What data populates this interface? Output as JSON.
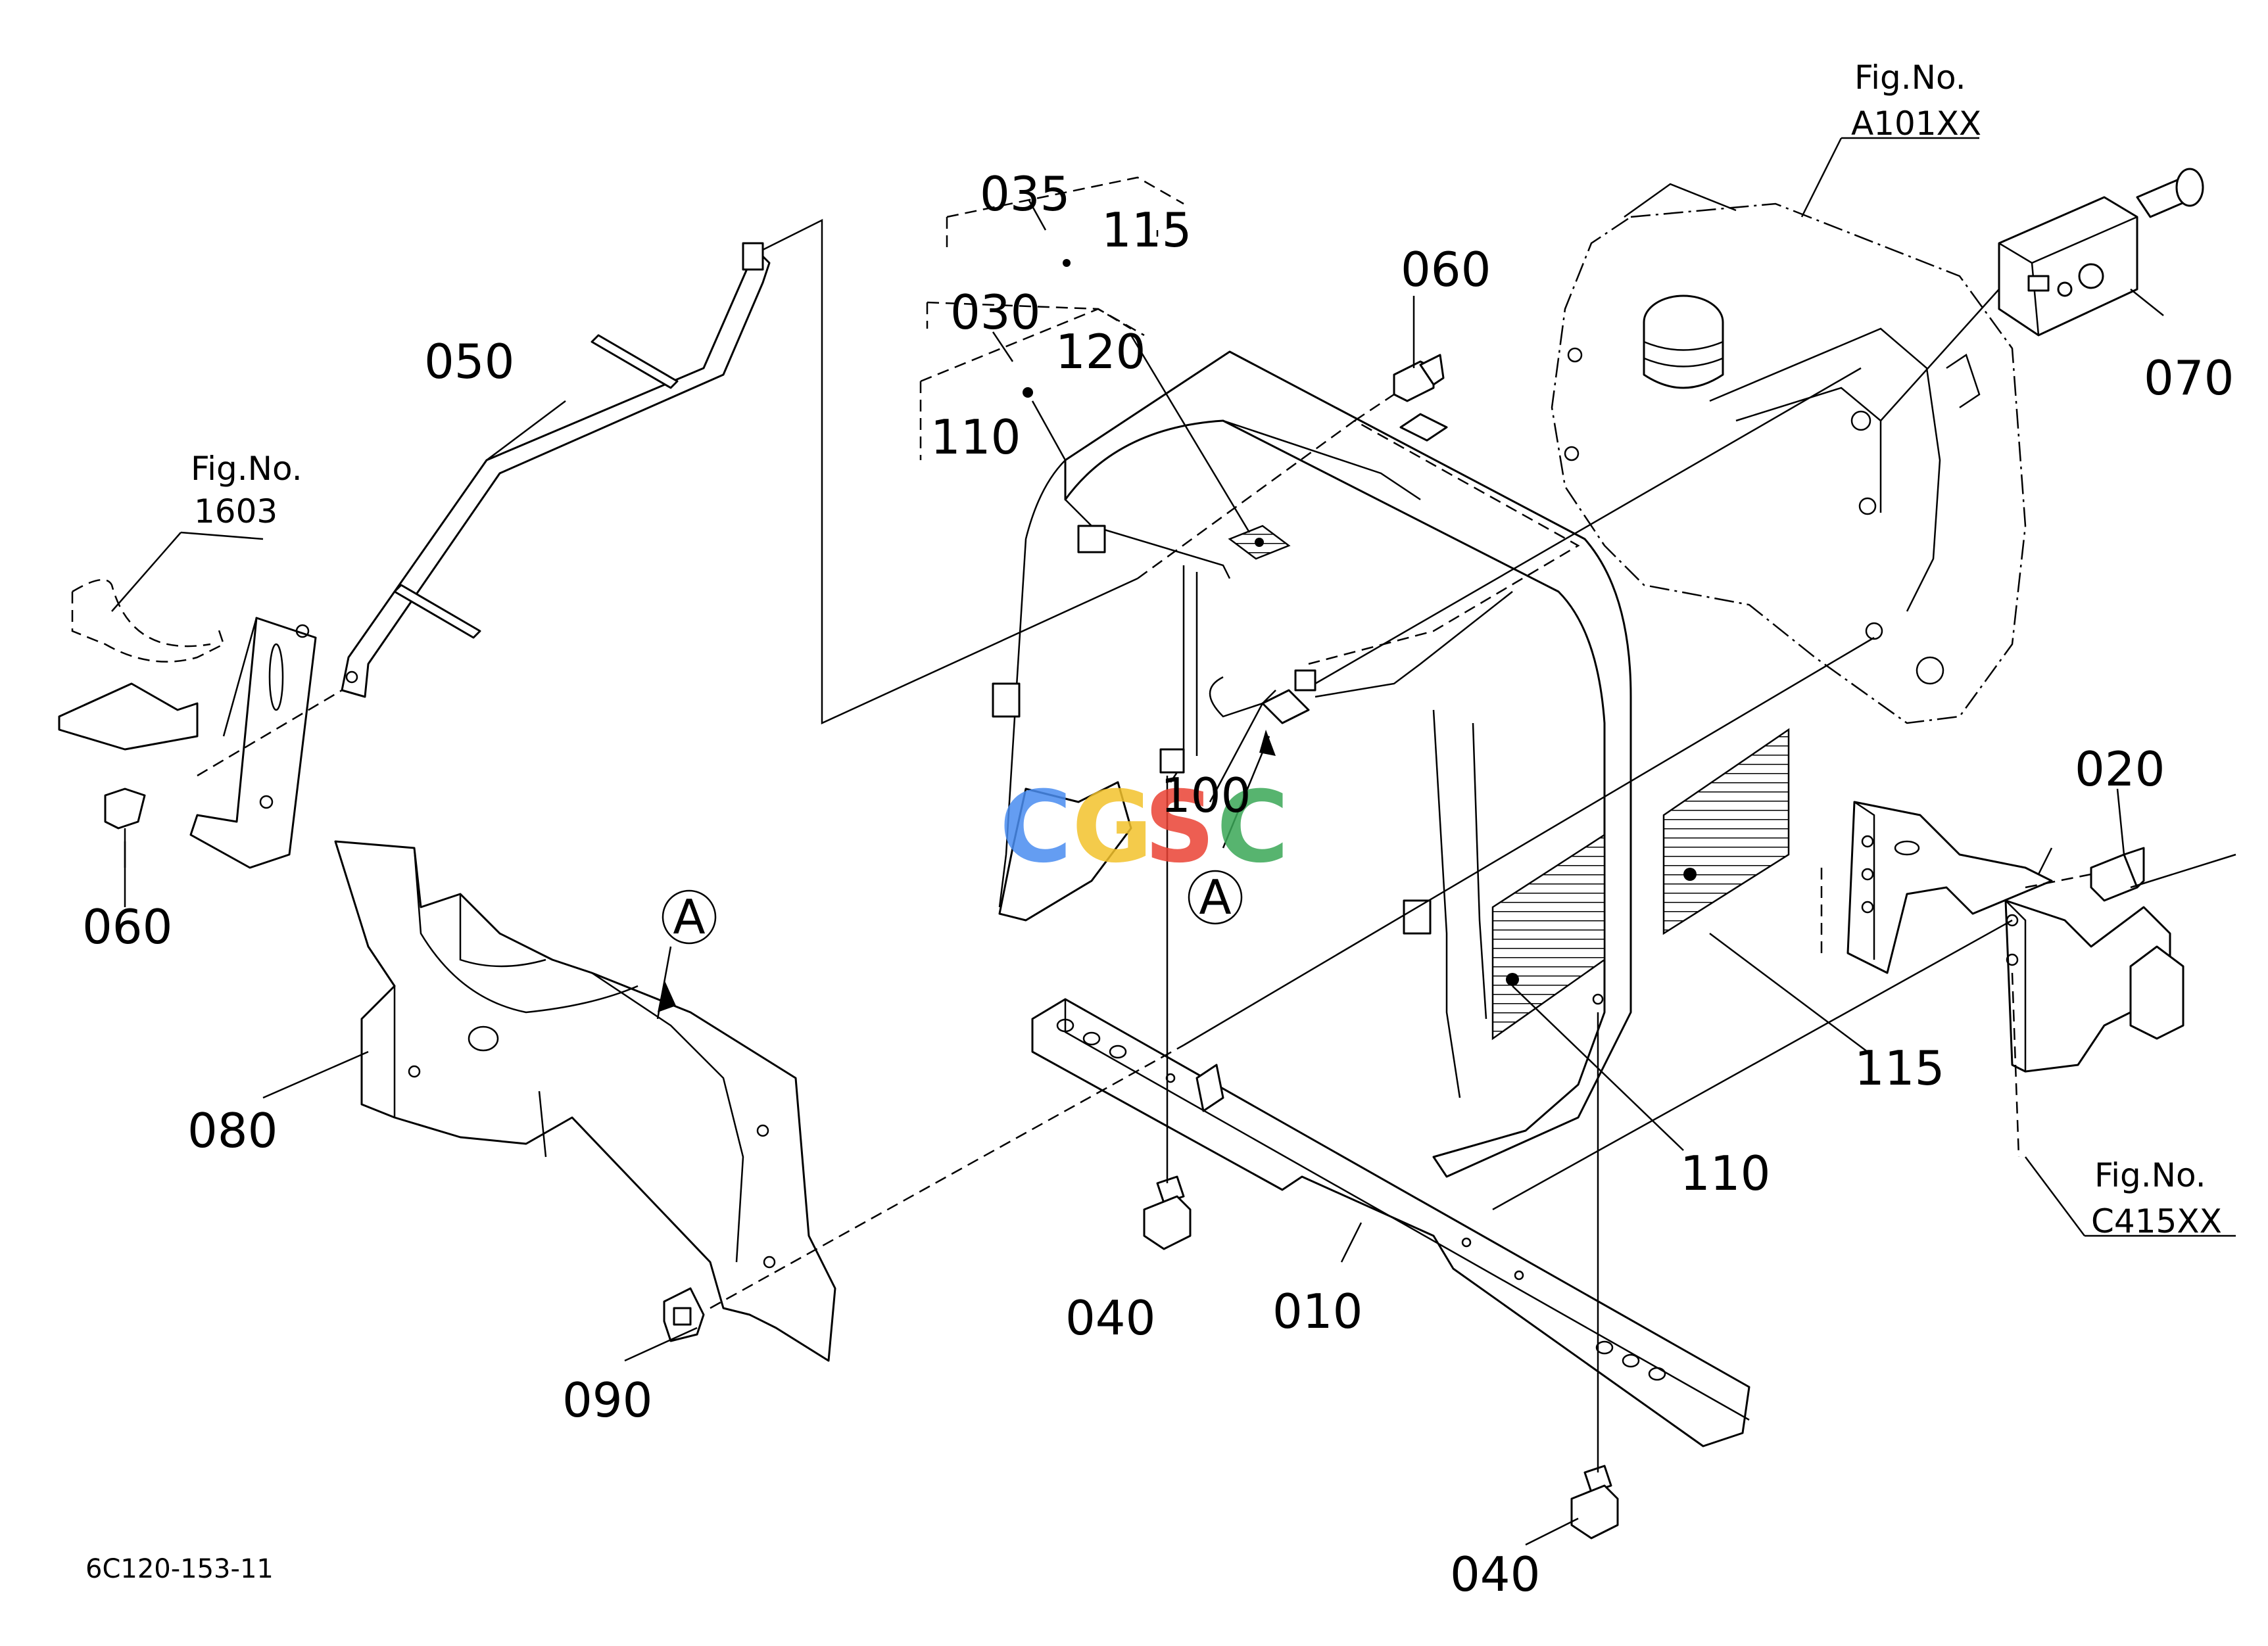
{
  "document_code": "6C120-153-11",
  "watermark": {
    "letters": [
      "C",
      "G",
      "S",
      "C"
    ],
    "colors": [
      "#4a8df0",
      "#f3c22c",
      "#eb4335",
      "#3aa757"
    ]
  },
  "callouts": {
    "p035": "035",
    "p115_top": "115",
    "p030": "030",
    "p120": "120",
    "p110_top": "110",
    "p050": "050",
    "p060_top": "060",
    "p060_left": "060",
    "p070": "070",
    "p020": "020",
    "p100": "100",
    "p115_right": "115",
    "p110_right": "110",
    "p080": "080",
    "p090": "090",
    "p040_mid": "040",
    "p040_bottom": "040",
    "p010": "010"
  },
  "view_markers": {
    "a_left": "A",
    "a_center": "A"
  },
  "figure_refs": [
    {
      "label": "Fig.No.",
      "number": "1603"
    },
    {
      "label": "Fig.No.",
      "number": "A101XX"
    },
    {
      "label": "Fig.No.",
      "number": "C415XX"
    }
  ]
}
